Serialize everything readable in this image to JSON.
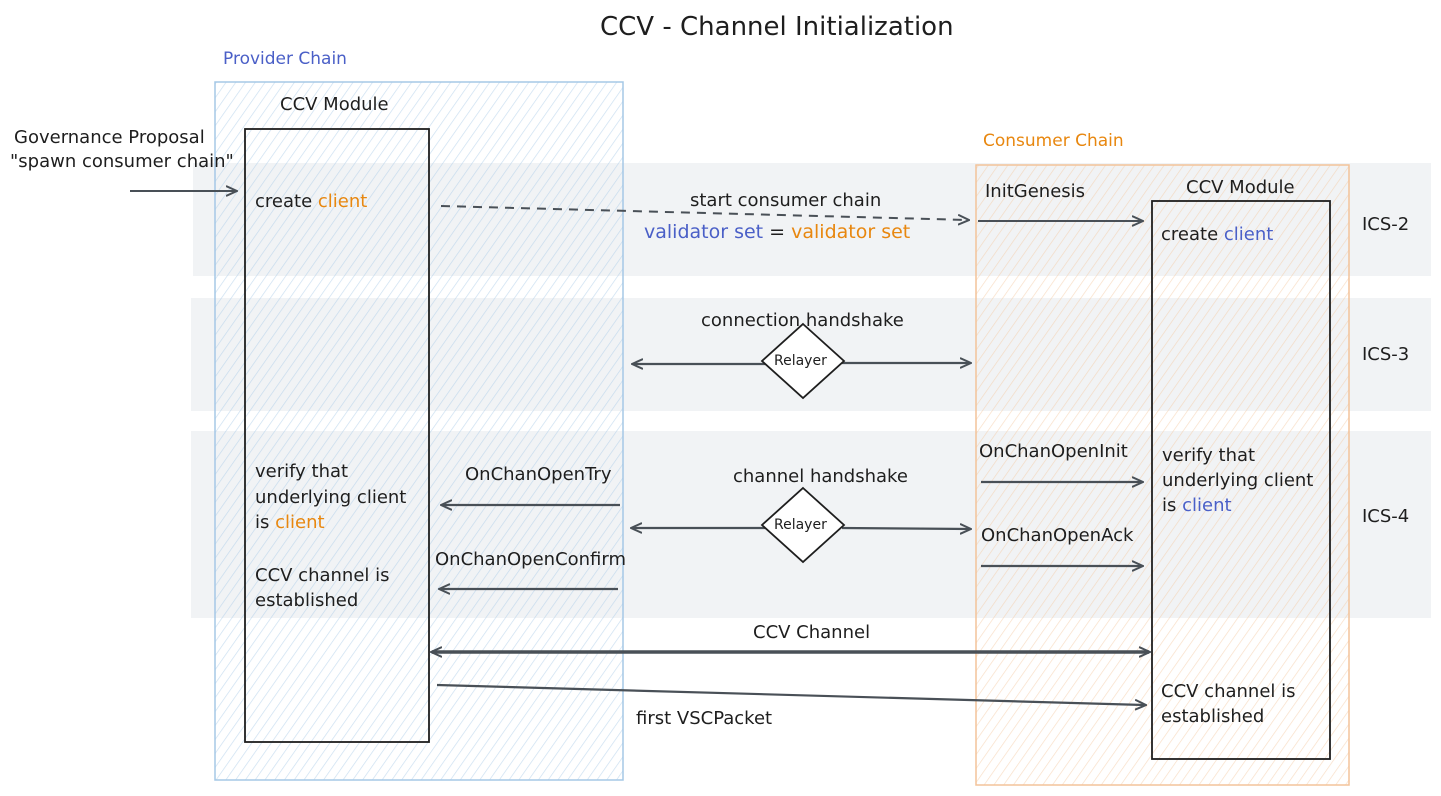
{
  "title": "CCV - Channel Initialization",
  "colors": {
    "provider": "#4a5fc7",
    "consumer": "#e8870f",
    "band": "#f1f3f5",
    "ink": "#1e1e1e"
  },
  "provider": {
    "label": "Provider Chain",
    "module_label": "CCV Module",
    "gov_line1": "Governance Proposal",
    "gov_line2": "\"spawn consumer chain\"",
    "create_word": "create",
    "client_word": "client",
    "verify_text": "verify that\nunderlying client\nis",
    "verify_client": "client",
    "established_text": "CCV channel is\nestablished"
  },
  "consumer": {
    "label": "Consumer Chain",
    "init_genesis": "InitGenesis",
    "module_label": "CCV Module",
    "create_word": "create",
    "client_word": "client",
    "on_chan_open_init": "OnChanOpenInit",
    "on_chan_open_ack": "OnChanOpenAck",
    "verify_text": "verify that\nunderlying client\nis",
    "verify_client": "client",
    "established_text": "CCV channel is\nestablished"
  },
  "middle": {
    "start_consumer": "start consumer chain",
    "validator_set_left": "validator set",
    "equals": "=",
    "validator_set_right": "validator set",
    "connection_handshake": "connection handshake",
    "relayer_1": "Relayer",
    "channel_handshake": "channel handshake",
    "relayer_2": "Relayer",
    "on_chan_open_try": "OnChanOpenTry",
    "on_chan_open_confirm": "OnChanOpenConfirm",
    "ccv_channel": "CCV Channel",
    "first_vsc_packet": "first VSCPacket"
  },
  "bands": {
    "ics2": "ICS-2",
    "ics3": "ICS-3",
    "ics4": "ICS-4"
  }
}
